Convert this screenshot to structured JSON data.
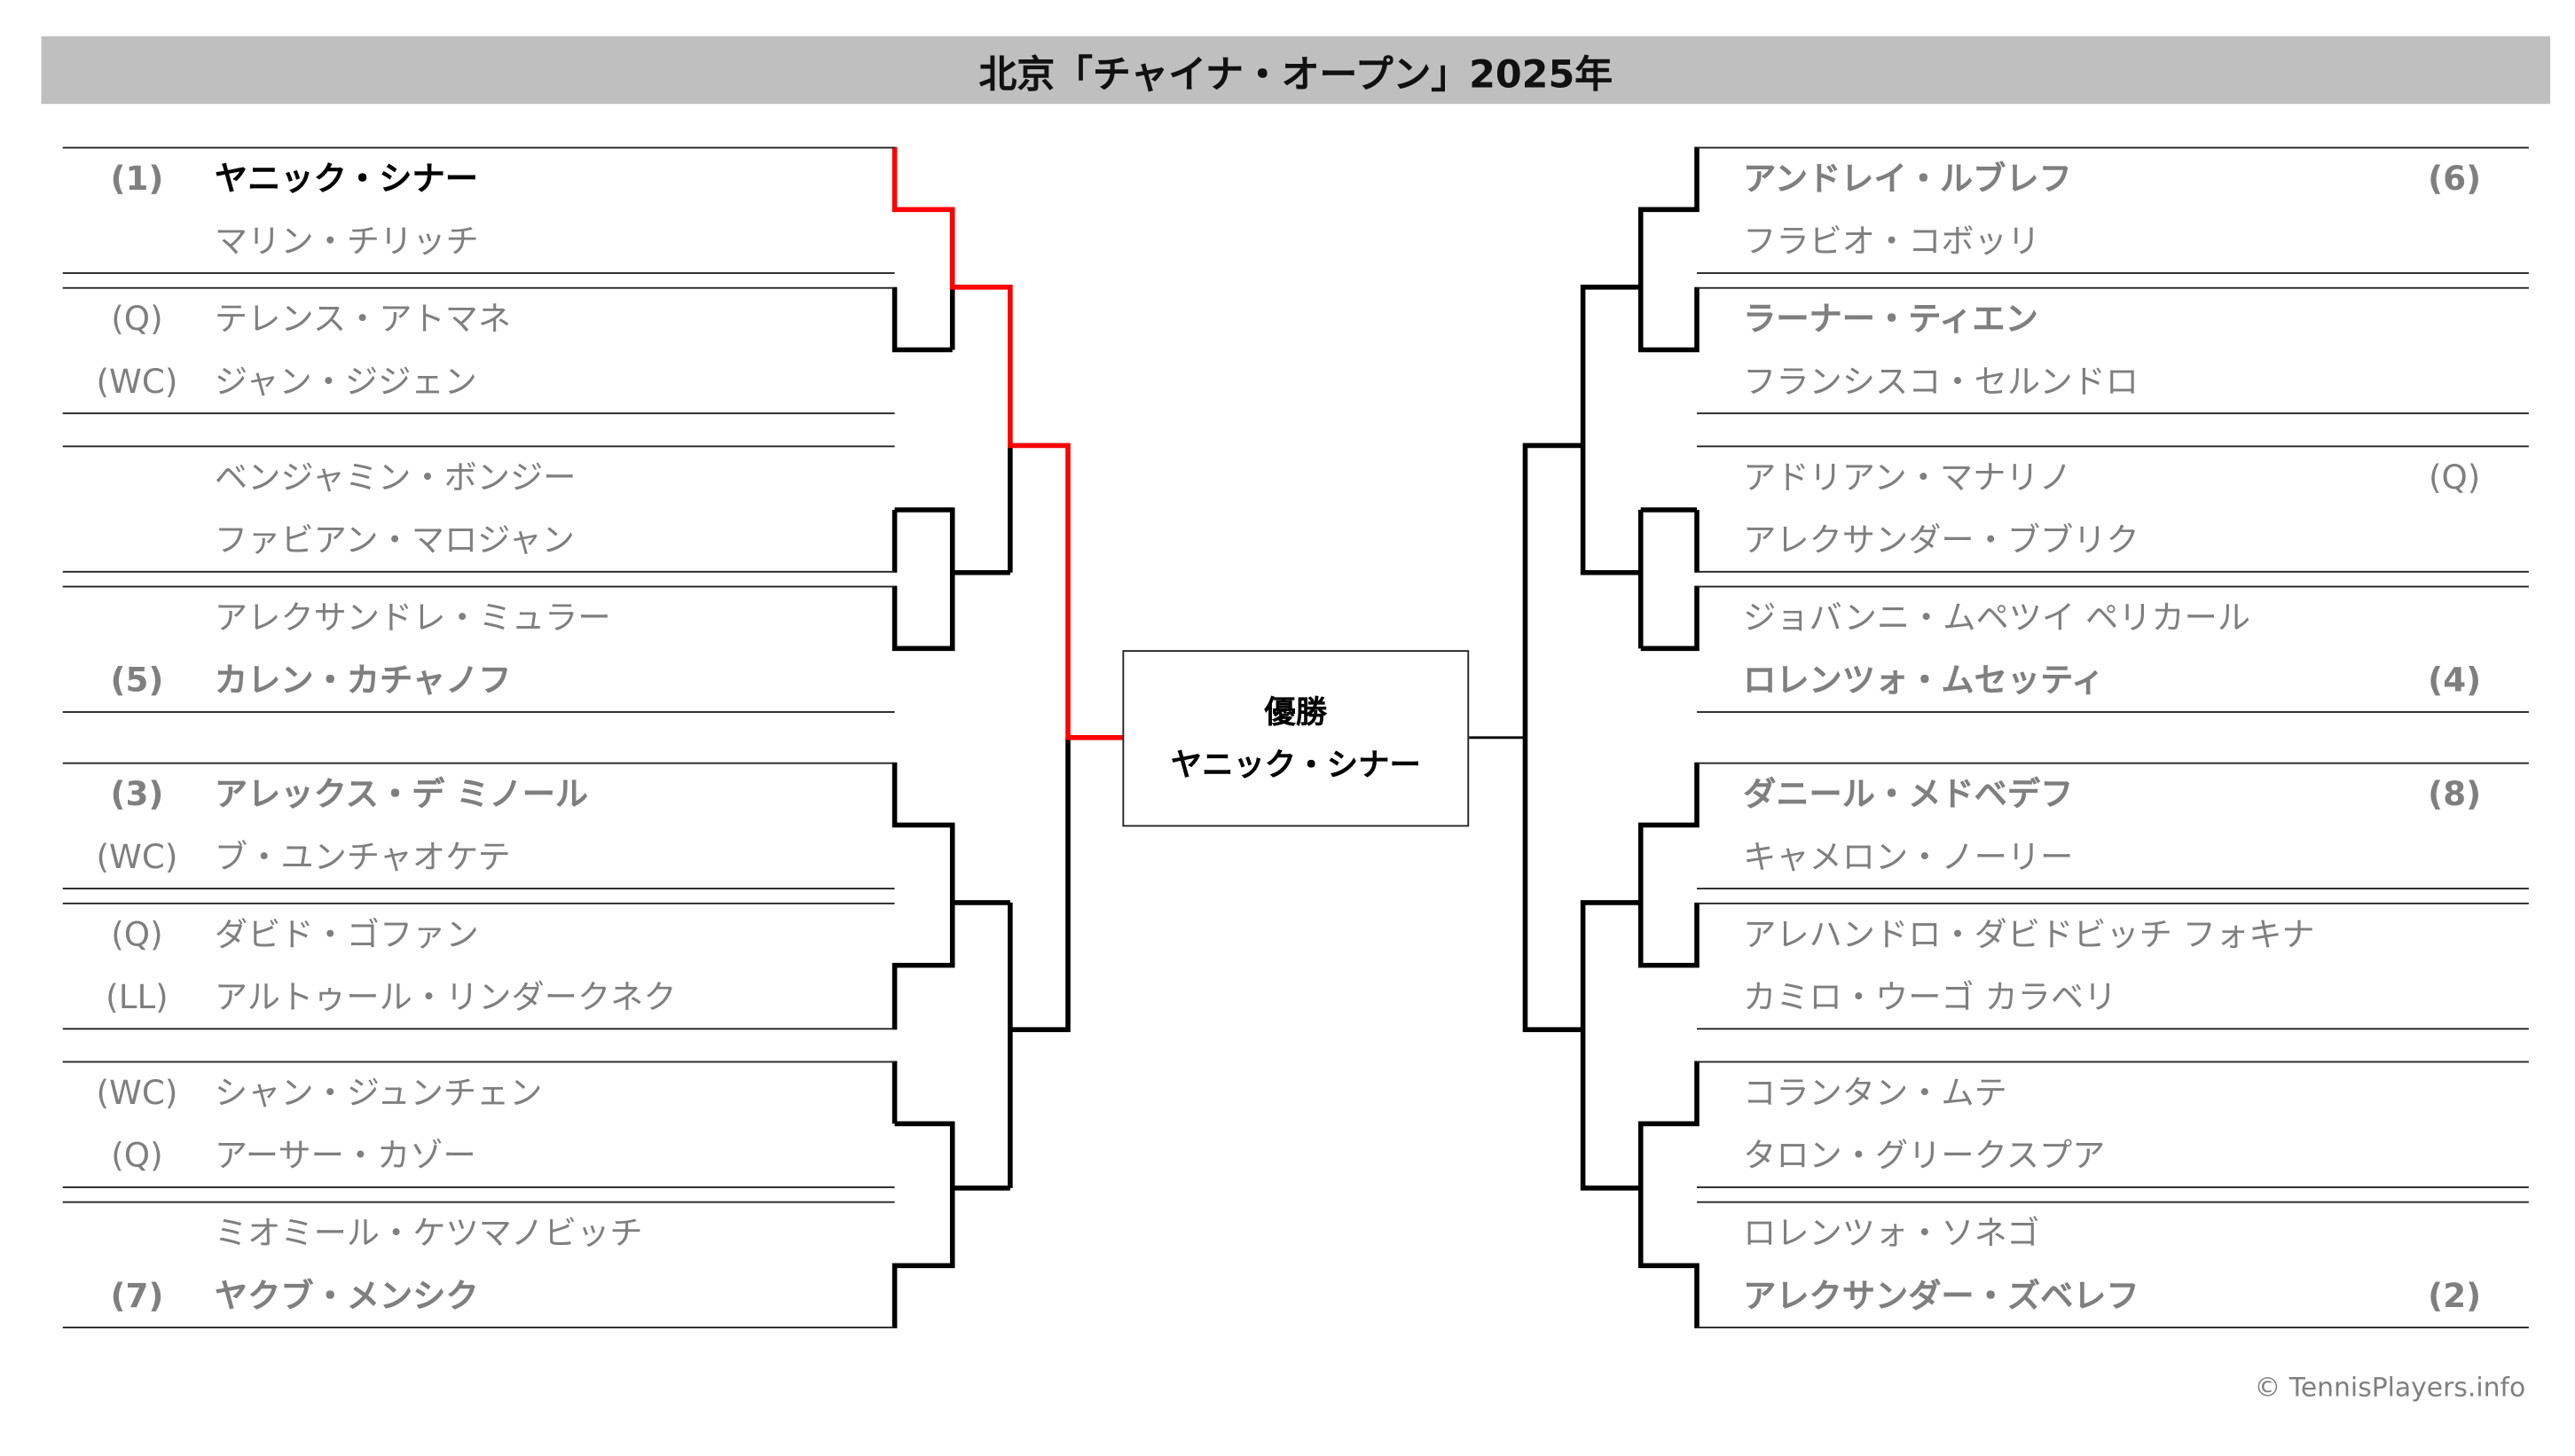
{
  "title": "北京「チャイナ・オープン」2025年",
  "champion": {
    "label": "優勝",
    "name": "ヤニック・シナー"
  },
  "colors": {
    "winner_path": "#ff0000",
    "line": "#000000",
    "title_bg": "#bfbfbf",
    "text_gray": "#7f7f7f"
  },
  "left": {
    "matches": [
      {
        "players": [
          {
            "seed": "(1)",
            "name": "ヤニック・シナー",
            "bold": true,
            "winner": true
          },
          {
            "seed": "",
            "name": "マリン・チリッチ",
            "bold": false
          }
        ]
      },
      {
        "players": [
          {
            "seed": "(Q)",
            "name": "テレンス・アトマネ",
            "bold": false
          },
          {
            "seed": "(WC)",
            "name": "ジャン・ジジェン",
            "bold": false
          }
        ]
      },
      {
        "players": [
          {
            "seed": "",
            "name": "ベンジャミン・ボンジー",
            "bold": false
          },
          {
            "seed": "",
            "name": "ファビアン・マロジャン",
            "bold": false
          }
        ]
      },
      {
        "players": [
          {
            "seed": "",
            "name": "アレクサンドレ・ミュラー",
            "bold": false
          },
          {
            "seed": "(5)",
            "name": "カレン・カチャノフ",
            "bold": true
          }
        ]
      },
      {
        "players": [
          {
            "seed": "(3)",
            "name": "アレックス・デ ミノール",
            "bold": true
          },
          {
            "seed": "(WC)",
            "name": "ブ・ユンチャオケテ",
            "bold": false
          }
        ]
      },
      {
        "players": [
          {
            "seed": "(Q)",
            "name": "ダビド・ゴファン",
            "bold": false
          },
          {
            "seed": "(LL)",
            "name": "アルトゥール・リンダークネク",
            "bold": false
          }
        ]
      },
      {
        "players": [
          {
            "seed": "(WC)",
            "name": "シャン・ジュンチェン",
            "bold": false
          },
          {
            "seed": "(Q)",
            "name": "アーサー・カゾー",
            "bold": false
          }
        ]
      },
      {
        "players": [
          {
            "seed": "",
            "name": "ミオミール・ケツマノビッチ",
            "bold": false
          },
          {
            "seed": "(7)",
            "name": "ヤクブ・メンシク",
            "bold": true
          }
        ]
      }
    ]
  },
  "right": {
    "matches": [
      {
        "players": [
          {
            "seed": "(6)",
            "name": "アンドレイ・ルブレフ",
            "bold": true
          },
          {
            "seed": "",
            "name": "フラビオ・コボッリ",
            "bold": false
          }
        ]
      },
      {
        "players": [
          {
            "seed": "",
            "name": "ラーナー・ティエン",
            "bold": true
          },
          {
            "seed": "",
            "name": "フランシスコ・セルンドロ",
            "bold": false
          }
        ]
      },
      {
        "players": [
          {
            "seed": "(Q)",
            "name": "アドリアン・マナリノ",
            "bold": false
          },
          {
            "seed": "",
            "name": "アレクサンダー・ブブリク",
            "bold": false
          }
        ]
      },
      {
        "players": [
          {
            "seed": "",
            "name": "ジョバンニ・ムペツイ ペリカール",
            "bold": false
          },
          {
            "seed": "(4)",
            "name": "ロレンツォ・ムセッティ",
            "bold": true
          }
        ]
      },
      {
        "players": [
          {
            "seed": "(8)",
            "name": "ダニール・メドベデフ",
            "bold": true
          },
          {
            "seed": "",
            "name": "キャメロン・ノーリー",
            "bold": false
          }
        ]
      },
      {
        "players": [
          {
            "seed": "",
            "name": "アレハンドロ・ダビドビッチ フォキナ",
            "bold": false
          },
          {
            "seed": "",
            "name": "カミロ・ウーゴ カラベリ",
            "bold": false
          }
        ]
      },
      {
        "players": [
          {
            "seed": "",
            "name": "コランタン・ムテ",
            "bold": false
          },
          {
            "seed": "",
            "name": "タロン・グリークスプア",
            "bold": false
          }
        ]
      },
      {
        "players": [
          {
            "seed": "",
            "name": "ロレンツォ・ソネゴ",
            "bold": false
          },
          {
            "seed": "(2)",
            "name": "アレクサンダー・ズベレフ",
            "bold": true
          }
        ]
      }
    ]
  },
  "footer": "© TennisPlayers.info"
}
